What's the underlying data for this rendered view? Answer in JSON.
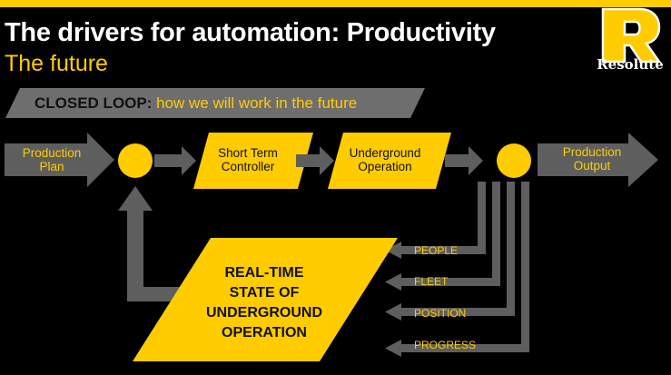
{
  "header": {
    "title": "The drivers for automation: Productivity",
    "subtitle": "The future"
  },
  "logo": {
    "brand": "Resolute",
    "icon": "R-logo-icon",
    "letter": "R"
  },
  "banner": {
    "strong": "CLOSED LOOP:",
    "rest": " how we will work in the future"
  },
  "flow": {
    "input": [
      "Production",
      "Plan"
    ],
    "controller": [
      "Short Term",
      "Controller"
    ],
    "operation": [
      "Underground",
      "Operation"
    ],
    "output": [
      "Production",
      "Output"
    ]
  },
  "feedback": {
    "lines": [
      "REAL-TIME",
      "STATE OF",
      "UNDERGROUND",
      "OPERATION"
    ],
    "streams": [
      "PEOPLE",
      "FLEET",
      "POSITION",
      "PROGRESS"
    ]
  },
  "colors": {
    "accent": "#ffcc00",
    "arrow": "#5e5e5e",
    "background": "#000000"
  }
}
